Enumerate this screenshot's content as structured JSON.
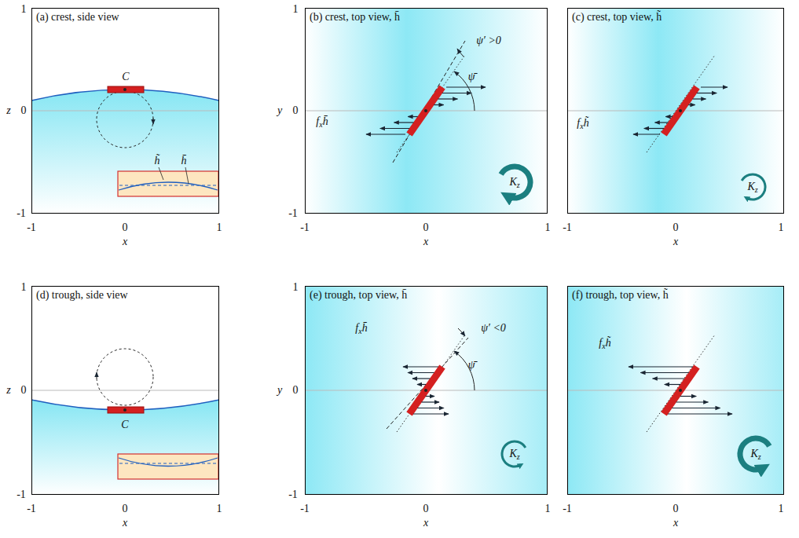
{
  "diagram": {
    "nodes": [
      {
        "text": [
          "(a) crest, side view"
        ]
      },
      {
        "text": [
          "(b) crest, top view, h̄"
        ]
      },
      {
        "text": [
          "(c) crest, top view, h̃"
        ]
      },
      {
        "text": [
          "(d) trough, side view"
        ]
      },
      {
        "text": [
          "(e) trough, top view, h̄"
        ]
      },
      {
        "text": [
          "(f) trough, top view, h̃"
        ]
      }
    ],
    "labels": [
      "1",
      "0",
      "-1",
      "z",
      "-1",
      "0",
      "1",
      "x",
      "C",
      "h̃",
      "h̄",
      "1",
      "0",
      "-1",
      "y",
      "-1",
      "0",
      "1",
      "x",
      "ψ′ >0",
      "ψ̄",
      "fxh̄",
      "Kz",
      "-1",
      "0",
      "1",
      "x",
      "fxh̃",
      "Kz",
      "1",
      "0",
      "-1",
      "z",
      "-1",
      "0",
      "1",
      "x",
      "C",
      "1",
      "0",
      "-1",
      "y",
      "-1",
      "0",
      "1",
      "x",
      "ψ′ <0",
      "ψ̄",
      "fxh̄",
      "Kz",
      "-1",
      "0",
      "1",
      "x",
      "fxh̃",
      "Kz"
    ]
  }
}
